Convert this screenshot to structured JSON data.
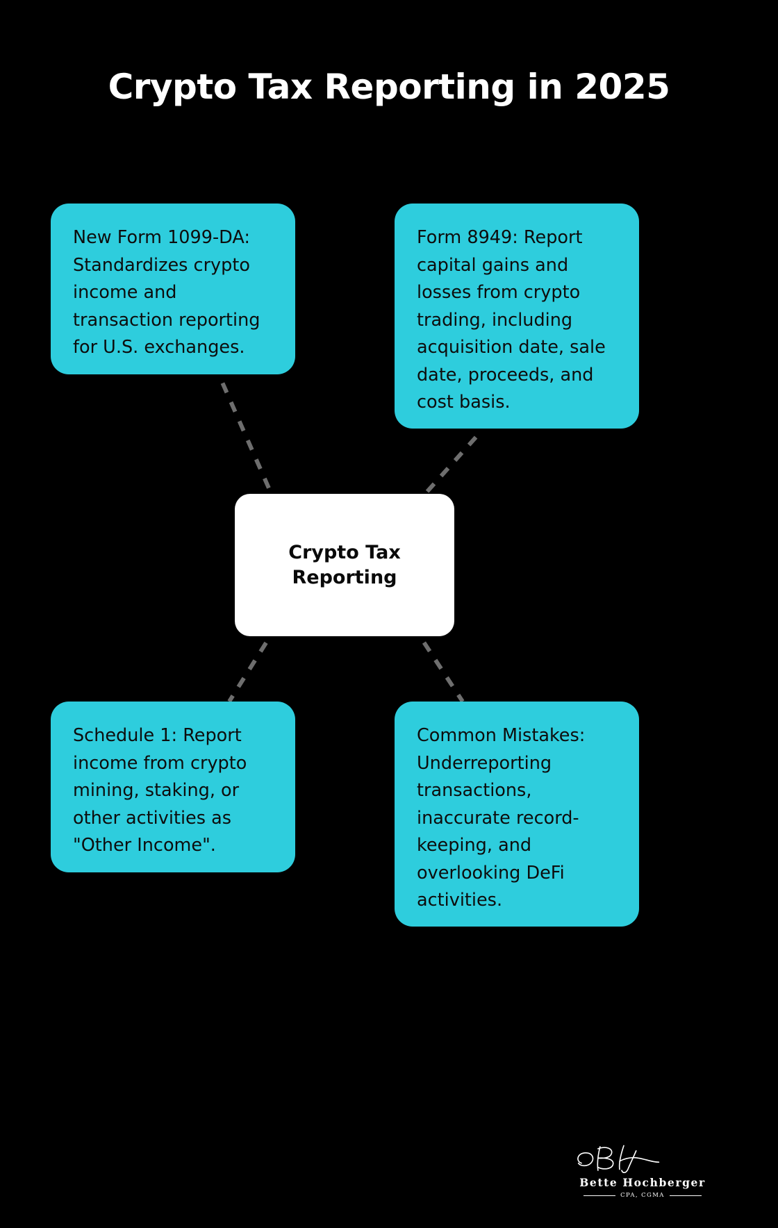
{
  "page": {
    "background_color": "#000000",
    "title": "Crypto Tax Reporting in 2025"
  },
  "colors": {
    "background": "#000000",
    "node_fill": "#2ecddd",
    "node_text": "#0d0d0d",
    "center_fill": "#ffffff",
    "center_text": "#0a0a0a",
    "title_text": "#ffffff",
    "connector": "#6e6e6e"
  },
  "center": {
    "label": "Crypto Tax Reporting"
  },
  "nodes": [
    {
      "id": "top-left",
      "text": "New Form 1099-DA: Standardizes crypto income and transaction reporting for U.S. exchanges."
    },
    {
      "id": "top-right",
      "text": "Form 8949: Report capital gains and losses from crypto trading, including acquisition date, sale date, proceeds, and cost basis."
    },
    {
      "id": "bottom-left",
      "text": "Schedule 1: Report income from crypto mining, staking, or other activities as \"Other Income\"."
    },
    {
      "id": "bottom-right",
      "text": "Common Mistakes: Underreporting transactions, inaccurate record-keeping, and overlooking DeFi activities."
    }
  ],
  "connectors": [
    {
      "from": "center",
      "to": "top-left",
      "style": "dashed"
    },
    {
      "from": "center",
      "to": "top-right",
      "style": "dashed"
    },
    {
      "from": "center",
      "to": "bottom-left",
      "style": "dashed"
    },
    {
      "from": "center",
      "to": "bottom-right",
      "style": "dashed"
    }
  ],
  "logo": {
    "monogram": "BH",
    "name": "Bette Hochberger",
    "credential": "CPA, CGMA"
  }
}
